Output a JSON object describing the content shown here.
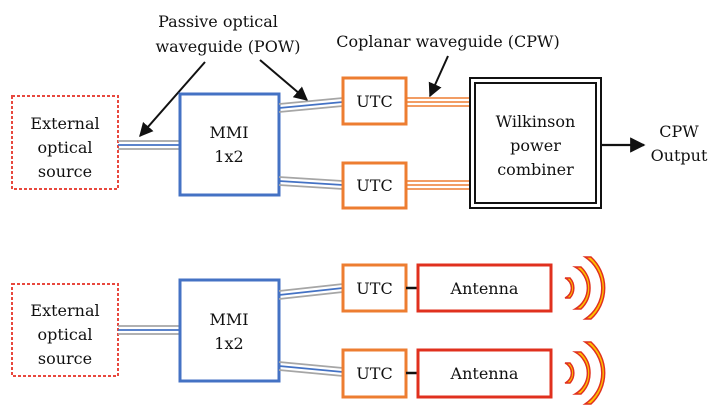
{
  "labels": {
    "passive_optical_line1": "Passive optical",
    "passive_optical_line2": "waveguide (POW)",
    "coplanar_waveguide": "Coplanar waveguide (CPW)"
  },
  "top_diagram": {
    "source_line1": "External",
    "source_line2": "optical",
    "source_line3": "source",
    "mmi_line1": "MMI",
    "mmi_line2": "1x2",
    "utc_1": "UTC",
    "utc_2": "UTC",
    "combiner_line1": "Wilkinson",
    "combiner_line2": "power",
    "combiner_line3": "combiner",
    "output_line1": "CPW",
    "output_line2": "Output"
  },
  "bottom_diagram": {
    "source_line1": "External",
    "source_line2": "optical",
    "source_line3": "source",
    "mmi_line1": "MMI",
    "mmi_line2": "1x2",
    "utc_1": "UTC",
    "utc_2": "UTC",
    "antenna_1": "Antenna",
    "antenna_2": "Antenna"
  },
  "colors": {
    "source_border": "#e8483e",
    "mmi_border": "#4472c4",
    "utc_border": "#ed7d31",
    "antenna_border": "#e0301e",
    "combiner_border": "#111111",
    "waveguide_blue": "#4472c4",
    "waveguide_gray": "#a6a6a6",
    "cpw_orange": "#ed7d31",
    "wave_fill": "#ffc000",
    "wave_stroke": "#e0301e"
  }
}
